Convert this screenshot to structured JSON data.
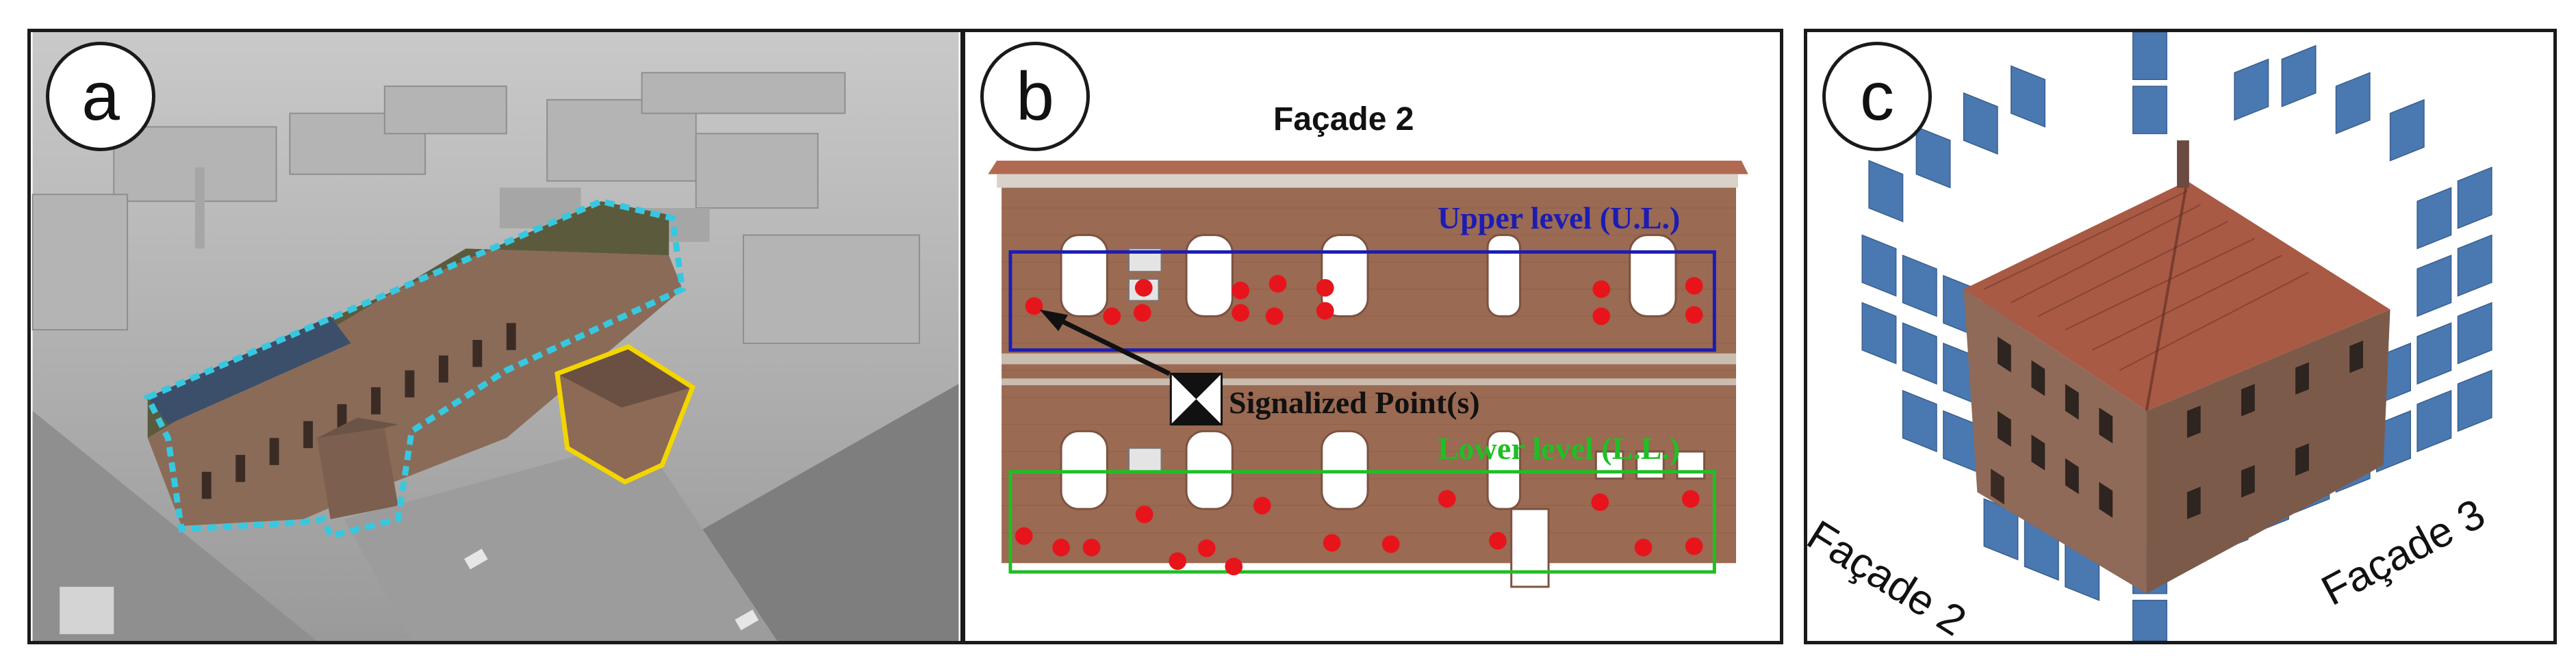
{
  "panels": {
    "a": {
      "letter": "a"
    },
    "b": {
      "letter": "b",
      "title": "Façade 2",
      "upper_label": "Upper level (U.L.)",
      "lower_label": "Lower level (L.L.)",
      "signal_label": "Signalized Point(s)"
    },
    "c": {
      "letter": "c",
      "facade_left": "Façade 2",
      "facade_right": "Façade 3"
    }
  },
  "colors": {
    "cyan_outline": "#37c8e0",
    "yellow_outline": "#f3d500",
    "upper_box": "#1c1cb4",
    "lower_box": "#1fbf24",
    "points": "#e8141c",
    "camera_planes": "#4a78b0",
    "brick": "#9a6a52",
    "roof": "#a85a45"
  },
  "icons": [
    "signalized-point-icon"
  ]
}
